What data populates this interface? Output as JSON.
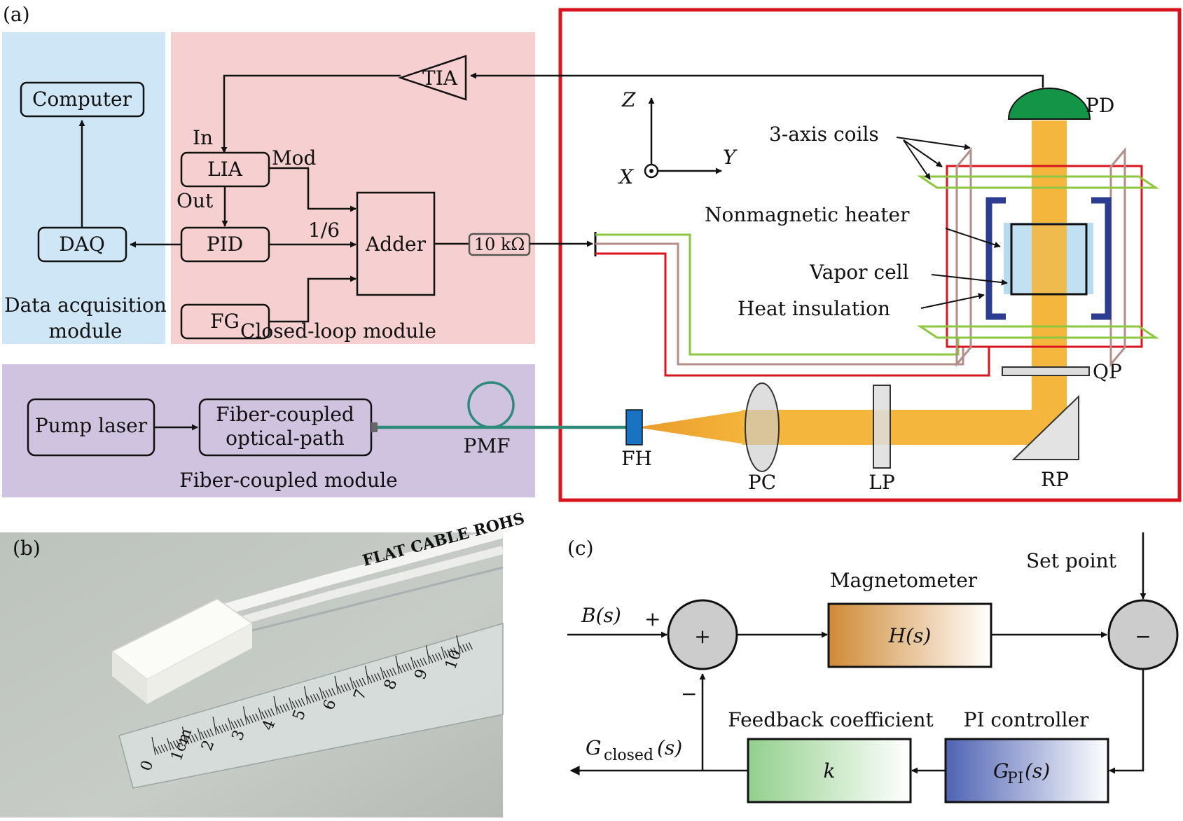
{
  "panel_labels": {
    "a": "(a)",
    "b": "(b)",
    "c": "(c)"
  },
  "panel_a": {
    "modules": {
      "daq": "Data acquisition",
      "daq2": "module",
      "closed_loop": "Closed-loop module",
      "fiber": "Fiber-coupled module"
    },
    "blocks": {
      "computer": "Computer",
      "daq": "DAQ",
      "tia": "TIA",
      "lia": "LIA",
      "pid": "PID",
      "fg": "FG",
      "adder": "Adder",
      "resistor": "10 kΩ",
      "pump_laser": "Pump laser",
      "fco_line1": "Fiber-coupled",
      "fco_line2": "optical-path"
    },
    "signals": {
      "in": "In",
      "mod": "Mod",
      "out": "Out",
      "ratio": "1/6"
    },
    "optics": {
      "pmf": "PMF",
      "fh": "FH",
      "pc": "PC",
      "lp": "LP",
      "rp": "RP",
      "qp": "QP",
      "pd": "PD"
    },
    "axes": {
      "z": "Z",
      "y": "Y",
      "x": "X"
    },
    "annotations": {
      "coils": "3-axis coils",
      "heater": "Nonmagnetic heater",
      "vapor": "Vapor cell",
      "insulation": "Heat insulation"
    },
    "colors": {
      "blue_bg": "#cfe6f7",
      "pink_bg": "#f6d0d0",
      "purple_bg": "#cfc3e0",
      "red_frame": "#d9141f",
      "beam": "#f4b63c",
      "pd_green": "#139447",
      "coil_green": "#8dc63f",
      "coil_brown": "#b48f8a",
      "insulation_blue": "#2c3d91",
      "fiber": "#2e8b7a"
    }
  },
  "panel_b": {
    "photo": "sensor-head-with-ruler",
    "ruler_numbers": [
      "0",
      "1cm",
      "2",
      "3",
      "4",
      "5",
      "6",
      "7",
      "8",
      "9",
      "10"
    ],
    "cable_text": "FLAT CABLE ROHS"
  },
  "panel_c": {
    "input": "B(s)",
    "plus_sign": "+",
    "minus_sign": "−",
    "set_point": "Set point",
    "magnetometer": "Magnetometer",
    "h": "H(s)",
    "pi_controller": "PI controller",
    "g_pi_main": "G",
    "g_pi_sub": "PI",
    "g_pi_arg": "(s)",
    "feedback": "Feedback coefficient",
    "k": "k",
    "g_closed_main": "G",
    "g_closed_sub": "closed",
    "g_closed_arg": "(s)",
    "sum_symbol": "+",
    "diff_symbol": "−"
  }
}
